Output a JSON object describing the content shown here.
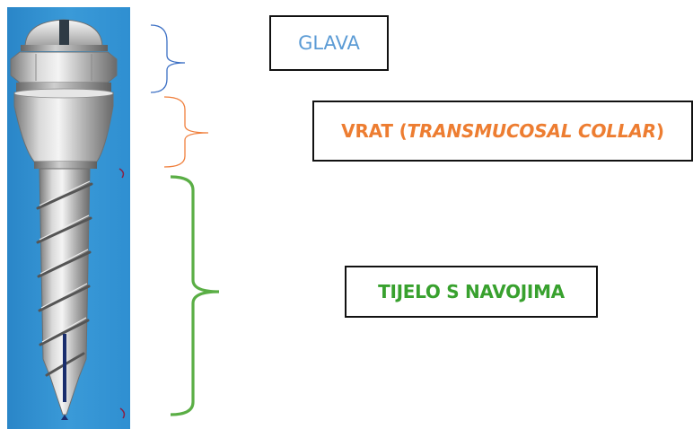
{
  "diagram": {
    "labels": {
      "head": {
        "text": "GLAVA",
        "color": "#5b9bd5"
      },
      "neck": {
        "prefix": "VRAT (",
        "italic": "TRANSMUCOSAL COLLAR",
        "suffix": ")",
        "color": "#ed7d31"
      },
      "body": {
        "text": "TIJELO S NAVOJIMA",
        "color": "#38a12e"
      }
    },
    "colors": {
      "panel_background": "#2f8fd1",
      "metal_light": "#f2f2f2",
      "metal_mid": "#bdbdbd",
      "metal_dark": "#6e6e6e",
      "head_brace": "#3b6fc4",
      "neck_brace": "#f07f3c",
      "body_brace": "#5aae45"
    }
  }
}
